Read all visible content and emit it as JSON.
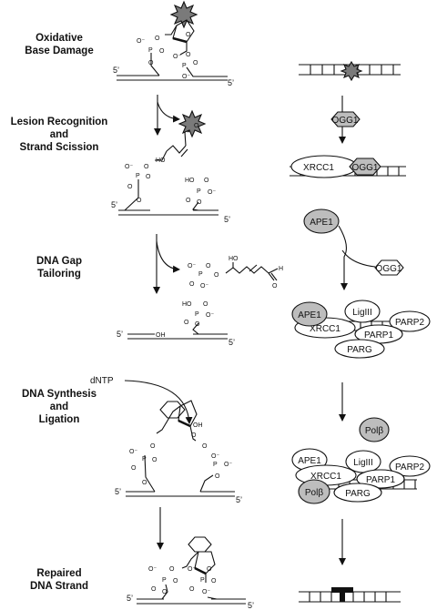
{
  "stages": {
    "s1": [
      "Oxidative",
      "Base Damage"
    ],
    "s2": [
      "Lesion Recognition",
      "and",
      "Strand Scission"
    ],
    "s3": [
      "DNA Gap",
      "Tailoring"
    ],
    "s4": [
      "DNA Synthesis",
      "and",
      "Ligation"
    ],
    "s5": [
      "Repaired",
      "DNA Strand"
    ]
  },
  "chemistry": {
    "phosphate": "P",
    "oxygen": "O",
    "oxyanion": "O⁻",
    "hydroxyl": "OH",
    "hydroxyl_left": "HO",
    "hydrogen": "H",
    "five_prime": "5’",
    "dntp": "dNTP"
  },
  "proteins": {
    "ogg1": "OGG1",
    "xrcc1": "XRCC1",
    "ape1": "APE1",
    "lig3": "LigIII",
    "parp1": "PARP1",
    "parp2": "PARP2",
    "parg": "PARG",
    "polb": "Polβ"
  },
  "colors": {
    "protein_fill": "#bdbdbd",
    "outline": "#111111",
    "background": "#ffffff"
  }
}
